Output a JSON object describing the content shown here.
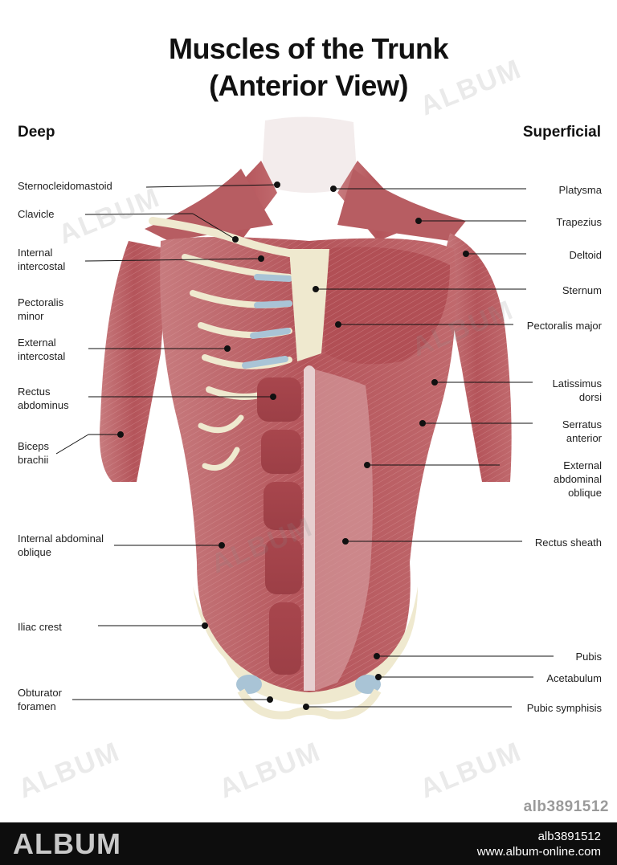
{
  "title": {
    "line1": "Muscles of the Trunk",
    "line2": "(Anterior View)"
  },
  "columns": {
    "left": "Deep",
    "right": "Superficial"
  },
  "left_labels": [
    {
      "text": [
        "Sternocleidomastoid"
      ]
    },
    {
      "text": [
        "Clavicle"
      ]
    },
    {
      "text": [
        "Internal",
        "intercostal"
      ]
    },
    {
      "text": [
        "Pectoralis",
        "minor"
      ]
    },
    {
      "text": [
        "External",
        "intercostal"
      ]
    },
    {
      "text": [
        "Rectus",
        "abdominus"
      ]
    },
    {
      "text": [
        "Biceps",
        "brachii"
      ]
    },
    {
      "text": [
        "Internal abdominal",
        "oblique"
      ]
    },
    {
      "text": [
        "Iliac crest"
      ]
    },
    {
      "text": [
        "Obturator",
        "foramen"
      ]
    }
  ],
  "right_labels": [
    {
      "text": [
        "Platysma"
      ]
    },
    {
      "text": [
        "Trapezius"
      ]
    },
    {
      "text": [
        "Deltoid"
      ]
    },
    {
      "text": [
        "Sternum"
      ]
    },
    {
      "text": [
        "Pectoralis major"
      ]
    },
    {
      "text": [
        "Latissimus",
        "dorsi"
      ]
    },
    {
      "text": [
        "Serratus",
        "anterior"
      ]
    },
    {
      "text": [
        "External",
        "abdominal",
        "oblique"
      ]
    },
    {
      "text": [
        "Rectus sheath"
      ]
    },
    {
      "text": [
        "Pubis"
      ]
    },
    {
      "text": [
        "Acetabulum"
      ]
    },
    {
      "text": [
        "Pubic symphisis"
      ]
    }
  ],
  "watermark": {
    "text": "ALBUM",
    "code": "alb3891512"
  },
  "footer": {
    "logo": "ALBUM",
    "id": "alb3891512",
    "url": "www.album-online.com"
  },
  "colors": {
    "muscle": "#b5545a",
    "muscle_dark": "#8e3a40",
    "bone": "#efe9cf",
    "cartilage": "#a9c4d6",
    "footer_bg": "#0d0d0d"
  }
}
